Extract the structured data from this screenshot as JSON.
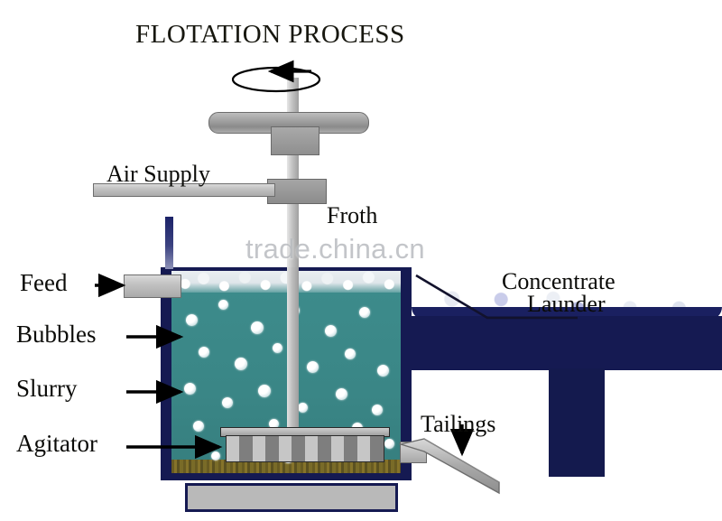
{
  "diagram": {
    "title": "FLOTATION PROCESS",
    "watermark": "trade.china.cn"
  },
  "labels": {
    "air_supply": "Air Supply",
    "froth": "Froth",
    "feed": "Feed",
    "bubbles": "Bubbles",
    "slurry": "Slurry",
    "agitator": "Agitator",
    "tailings": "Tailings",
    "concentrate": "Concentrate",
    "launder": "Launder"
  },
  "colors": {
    "slurry_teal": "#3d8a8a",
    "tank_navy": "#151a52",
    "launder_navy": "#141a4e",
    "froth_white": "#e9eef1",
    "metal_gray": "#a8a8a8",
    "sediment_brown": "#6a5a20",
    "text_black": "#0b0b08",
    "watermark_gray": "#b9bcc0"
  },
  "chart_data": {
    "type": "diagram",
    "title": "FLOTATION PROCESS",
    "components": [
      {
        "name": "Air Supply",
        "kind": "pipe",
        "position": "left-upper"
      },
      {
        "name": "Froth",
        "kind": "layer",
        "position": "tank-top"
      },
      {
        "name": "Feed",
        "kind": "inlet",
        "position": "left-tank-wall"
      },
      {
        "name": "Bubbles",
        "kind": "particles",
        "position": "tank-interior"
      },
      {
        "name": "Slurry",
        "kind": "fluid",
        "position": "tank-interior"
      },
      {
        "name": "Agitator",
        "kind": "impeller",
        "position": "tank-bottom"
      },
      {
        "name": "Tailings",
        "kind": "chute",
        "position": "right-tank-bottom"
      },
      {
        "name": "Concentrate Launder",
        "kind": "vessel",
        "position": "right"
      }
    ],
    "annotations": [
      {
        "label": "Feed",
        "arrow": "right"
      },
      {
        "label": "Bubbles",
        "arrow": "right"
      },
      {
        "label": "Slurry",
        "arrow": "right"
      },
      {
        "label": "Agitator",
        "arrow": "right"
      },
      {
        "label": "Tailings",
        "arrow": "down"
      },
      {
        "label": "Froth",
        "arrow": "none"
      },
      {
        "label": "Concentrate Launder",
        "arrow": "leader-line"
      },
      {
        "label": "rotation",
        "arrow": "counter-clockwise-ellipse"
      }
    ]
  }
}
